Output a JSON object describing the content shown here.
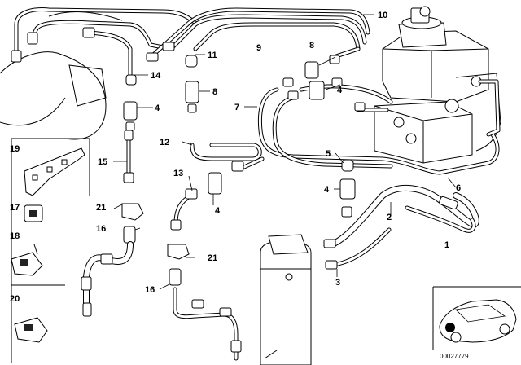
{
  "callouts": {
    "n1": "1",
    "n2": "2",
    "n3": "3",
    "n4a": "4",
    "n4b": "4",
    "n4c": "4",
    "n4d": "4",
    "n5": "5",
    "n6": "6",
    "n7": "7",
    "n8a": "8",
    "n8b": "8",
    "n9": "9",
    "n10": "10",
    "n11": "11",
    "n12": "12",
    "n13": "13",
    "n14": "14",
    "n15": "15",
    "n16a": "16",
    "n16b": "16",
    "n17": "17",
    "n18": "18",
    "n19": "19",
    "n20": "20",
    "n21a": "21",
    "n21b": "21"
  },
  "diagram_code": "00027779"
}
